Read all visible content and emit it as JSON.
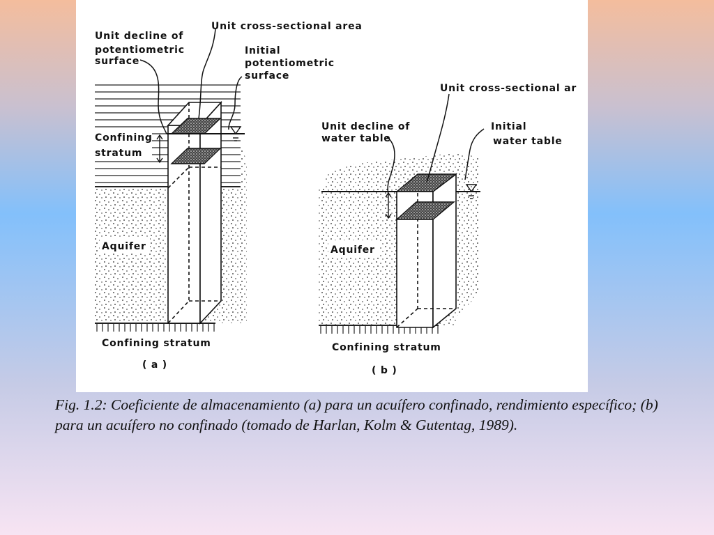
{
  "diagram_a": {
    "label_unit_decline": [
      "Unit decline of",
      "potentiometric",
      "surface"
    ],
    "label_unit_area": "Unit cross-sectional area",
    "label_initial_surface": [
      "Initial",
      "potentiometric",
      "surface"
    ],
    "label_confining_top": [
      "Confining",
      "stratum"
    ],
    "label_aquifer": "Aquifer",
    "label_confining_bottom": "Confining stratum",
    "panel_label": "( a )"
  },
  "diagram_b": {
    "label_unit_area": "Unit cross-sectional ar",
    "label_unit_decline": [
      "Unit decline of",
      "water table"
    ],
    "label_initial_table": [
      "Initial",
      "water table"
    ],
    "label_aquifer": "Aquifer",
    "label_confining_bottom": "Confining stratum",
    "panel_label": "( b )"
  },
  "caption": "Fig. 1.2: Coeficiente de almacenamiento (a) para un acuífero confinado, rendimiento específico; (b) para un acuífero no confinado (tomado de Harlan, Kolm & Gutentag, 1989)."
}
